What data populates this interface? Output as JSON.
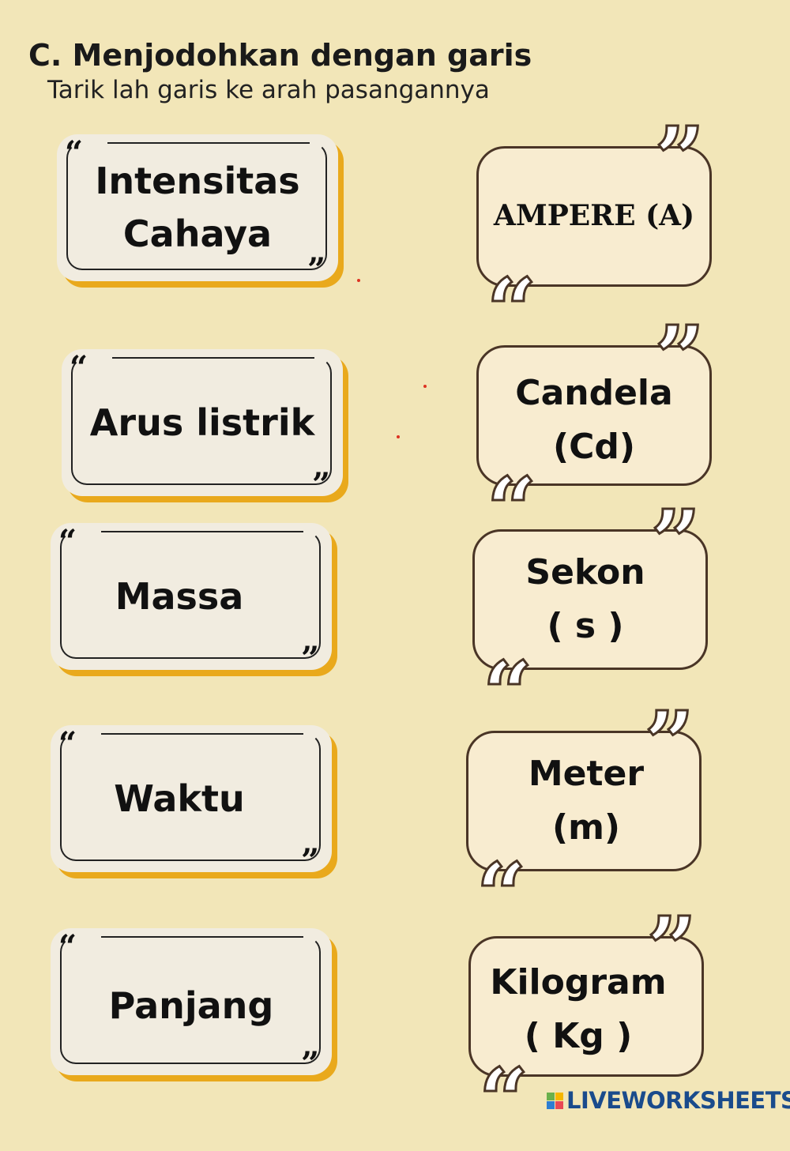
{
  "title": "C. Menjodohkan dengan garis",
  "subtitle": "Tarik lah garis ke arah pasangannya",
  "left_items": [
    "Intensitas\nCahaya",
    "Arus listrik",
    "Massa",
    "Waktu",
    "Panjang"
  ],
  "right_items": [
    "AMPERE (A)",
    "Candela\n(Cd)",
    "Sekon\n( s )",
    "Meter\n(m)",
    "Kilogram\n( Kg )"
  ],
  "quote_open": "“",
  "quote_close": "”",
  "logo": {
    "text": "LIVEWORKSHEETS",
    "colors": [
      "#6ab04c",
      "#f5b700",
      "#2d7dd2",
      "#e84855"
    ]
  }
}
